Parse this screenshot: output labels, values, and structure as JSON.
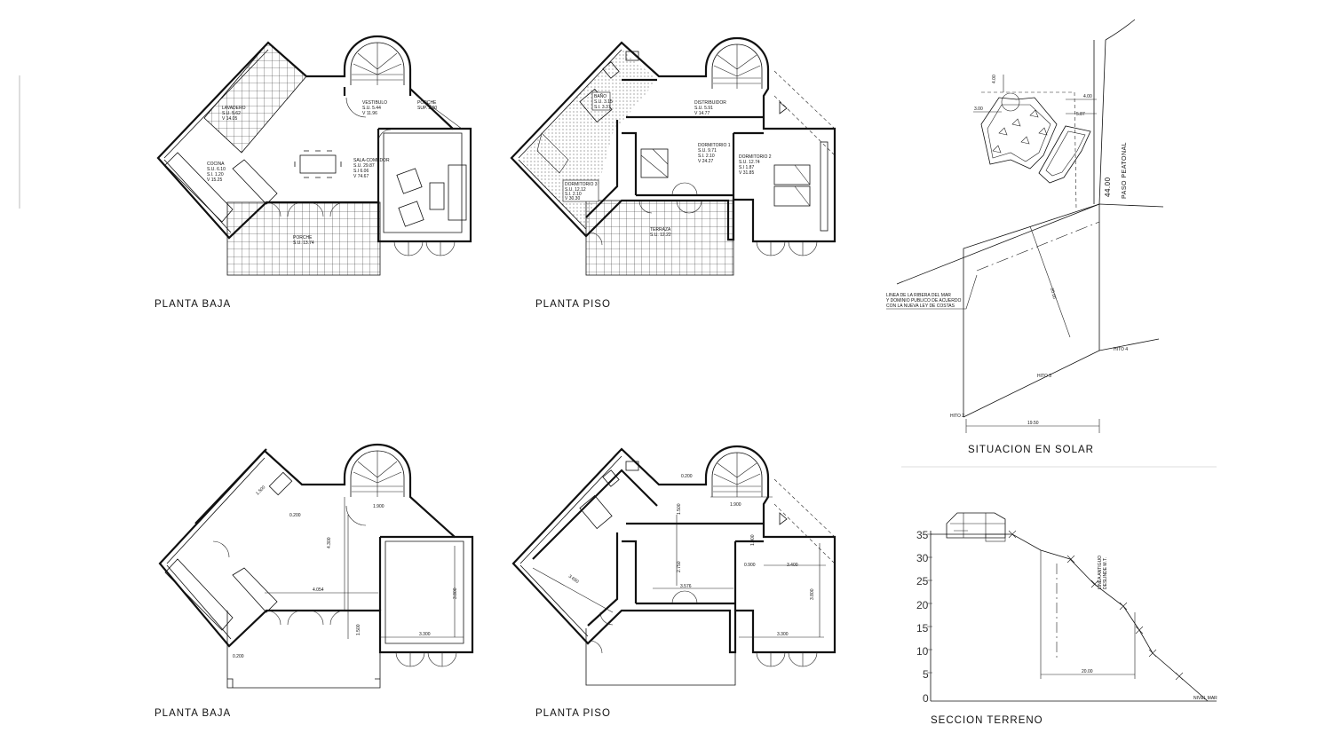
{
  "labels": {
    "planta_baja_1": "PLANTA  BAJA",
    "planta_piso_1": "PLANTA  PISO",
    "planta_baja_2": "PLANTA  BAJA",
    "planta_piso_2": "PLANTA  PISO",
    "situacion": "SITUACION  EN  SOLAR",
    "seccion": "SECCION  TERRENO"
  },
  "planta_baja_rooms": {
    "lavadero": [
      "LAVADERO",
      "S.U.  5.62",
      "V    14.05"
    ],
    "vestibulo": [
      "VESTIBULO",
      "S.U.  5.44",
      "V     11.96"
    ],
    "porche_sup": [
      "PORCHE",
      "SUP.  2.00"
    ],
    "cocina": [
      "COCINA",
      "S.U.  6.10",
      "S.I.   1.20",
      "V     15.25"
    ],
    "sala": [
      "SALA-COMEDOR",
      "S.U.  29.87",
      "S.I     6.06",
      "V     74.67"
    ],
    "porche": [
      "PORCHE",
      "S.U.  13.74"
    ]
  },
  "planta_piso_rooms": {
    "bano": [
      "BAÑO",
      "S.U.  3.15",
      "S.I.   3.37"
    ],
    "distribuidor": [
      "DISTRIBUIDOR",
      "S.U.  5.91",
      "V      14.77"
    ],
    "dormitorio1": [
      "DORMITORIO 1",
      "S.U.  9.71",
      "S.I.   2.10",
      "V      24.27"
    ],
    "dormitorio2": [
      "DORMITORIO 2",
      "S.U.  12.74",
      "S.I     1.87",
      "V      31.85"
    ],
    "dormitorio3": [
      "DORMITORIO 3",
      "S.U.  12.12",
      "S.I.    2.10",
      "V      30.30"
    ],
    "terraza": [
      "TERRAZA",
      "S.U.  12.22"
    ]
  },
  "planta_baja_dims": [
    "1.500",
    "0.200",
    "4.300",
    "1.900",
    "4.054",
    "3.800",
    "1.500",
    "3.300",
    "0.200"
  ],
  "planta_piso_dims": [
    "0.200",
    "1.500",
    "1.900",
    "1.000",
    "3.650",
    "2.750",
    "0.900",
    "3.400",
    "3.576",
    "3.800",
    "3.300"
  ],
  "situacion": {
    "dims": [
      "4.00",
      "4.00",
      "3.00",
      "5.87",
      "44.00",
      "20.00",
      "19.50"
    ],
    "paso": "PASO  PEATONAL",
    "linea": [
      "LINEA DE LA RIBERA DEL MAR",
      "Y DOMINIO PUBLICO  DE ACUERDO",
      "CON LA NUEVA LEY DE COSTAS"
    ],
    "hitos": [
      "HITO 2",
      "HITO 3",
      "HITO 4"
    ]
  },
  "seccion": {
    "yticks": [
      "35",
      "30",
      "25",
      "20",
      "15",
      "10",
      "5",
      "0"
    ],
    "dim": "20.00",
    "nivel": "NIVEL MAR",
    "linea": [
      "LINEA ANTIGUO",
      "DESLINDE M.T."
    ]
  }
}
